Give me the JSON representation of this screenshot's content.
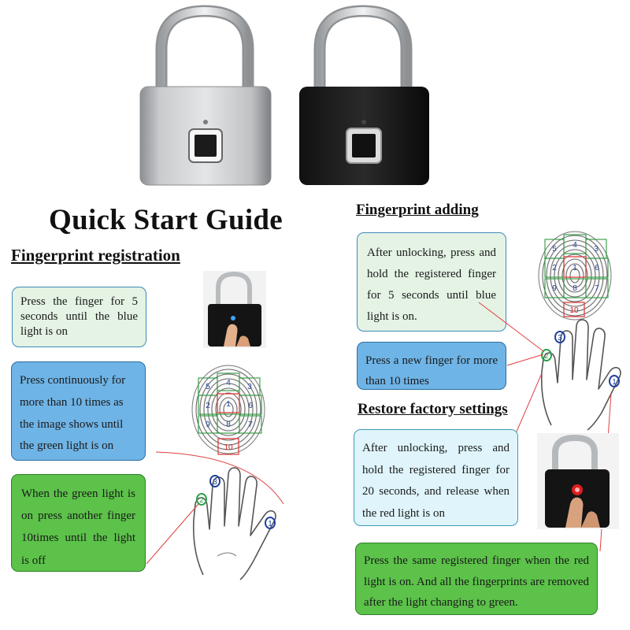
{
  "title": "Quick Start Guide",
  "registration": {
    "heading": "Fingerprint registration",
    "step1": "Press the finger for 5 seconds until the blue light is on",
    "step2": "Press continuously for more than 10 times as the image shows until the green light is on",
    "step3": "When the green light is on press another finger 10times until the light is off"
  },
  "adding": {
    "heading": "Fingerprint adding",
    "step1": "After unlocking, press and hold the registered finger for 5 seconds until blue light is on.",
    "step2": "Press a new finger for more than 10 times"
  },
  "restore": {
    "heading": "Restore factory settings",
    "step1": "After unlocking, press and hold the registered finger for 20 seconds, and release when the red light is on",
    "step2": "Press the same registered finger when the red light is on. And all the fingerprints are removed after the light changing to green."
  },
  "fingerprint_grid_labels": [
    "5",
    "4",
    "3",
    "2",
    "1",
    "6",
    "9",
    "8",
    "7",
    "10"
  ],
  "finger_markers": [
    "1",
    "2",
    "3"
  ],
  "colors": {
    "box_light_green": "#e4f3e4",
    "box_blue": "#6fb4e6",
    "box_green": "#5cc24a",
    "box_light_cyan": "#dff5fb",
    "box_light_green_border": "#3f8ab8",
    "indicator_blue": "#3ea3ff",
    "indicator_red": "#ff2020",
    "guide_arrow": "#e04040"
  },
  "icons": [
    "padlock-silver-icon",
    "padlock-black-icon",
    "fingerprint-icon",
    "hand-icon"
  ]
}
